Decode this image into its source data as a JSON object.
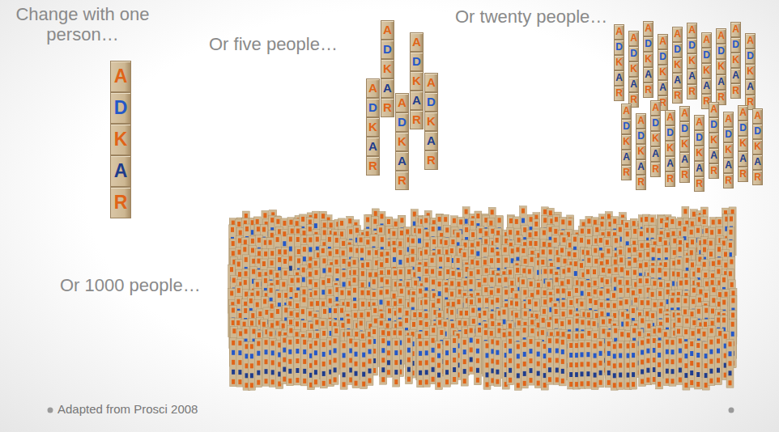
{
  "diagram": {
    "caption": "Adapted from Prosci 2008",
    "labels": [
      "Change with one person…",
      "A",
      "D",
      "K",
      "A",
      "R",
      "Or five people…",
      "A",
      "D",
      "K",
      "A",
      "R",
      "A",
      "D",
      "K",
      "A",
      "R",
      "A",
      "D",
      "K",
      "A",
      "R",
      "A",
      "D",
      "K",
      "A",
      "R",
      "A",
      "D",
      "K",
      "A",
      "R",
      "Or twenty people…",
      "A",
      "D",
      "K",
      "A",
      "R",
      "A",
      "D",
      "K",
      "A",
      "R",
      "A",
      "D",
      "K",
      "A",
      "R",
      "A",
      "D",
      "K",
      "A",
      "R",
      "A",
      "D",
      "K",
      "A",
      "R",
      "A",
      "D",
      "K",
      "A",
      "R",
      "A",
      "D",
      "K",
      "A",
      "R",
      "A",
      "D",
      "K",
      "A",
      "R",
      "A",
      "D",
      "K",
      "A",
      "R",
      "A",
      "D",
      "K",
      "A",
      "R",
      "A",
      "D",
      "K",
      "A",
      "R",
      "A",
      "D",
      "K",
      "A",
      "R",
      "A",
      "D",
      "K",
      "A",
      "R",
      "A",
      "D",
      "K",
      "A",
      "R",
      "A",
      "D",
      "K",
      "A",
      "R",
      "A",
      "D",
      "K",
      "A",
      "R",
      "A",
      "D",
      "K",
      "A",
      "R",
      "A",
      "D",
      "K",
      "A",
      "R",
      "A",
      "D",
      "K",
      "A",
      "R",
      "A",
      "D",
      "K",
      "A",
      "R",
      "Or 1000 people…"
    ]
  }
}
